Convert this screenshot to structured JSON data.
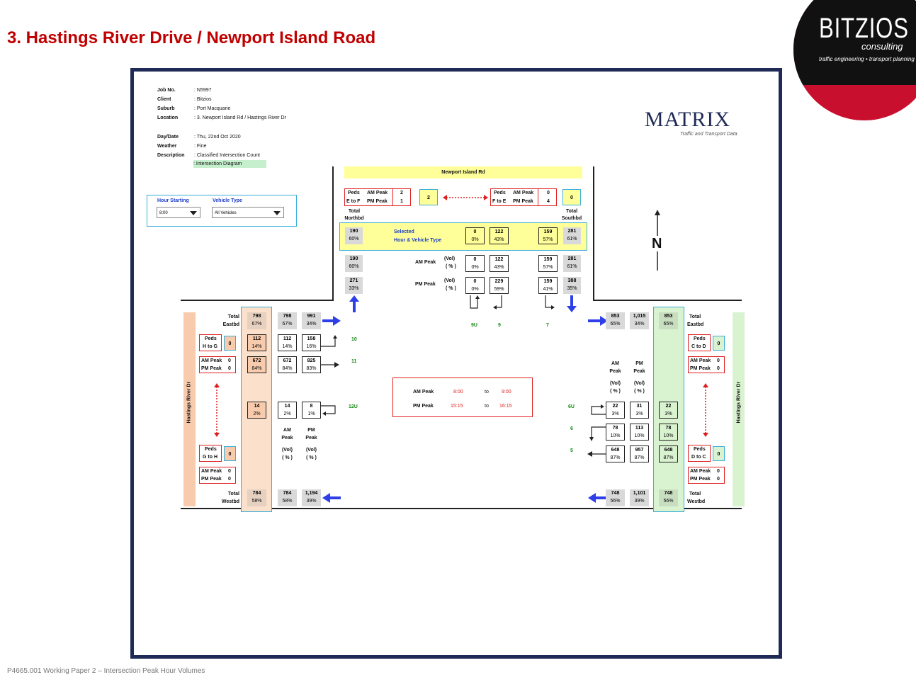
{
  "page": {
    "title": "3. Hastings River Drive / Newport Island Road",
    "footer": "P4665.001 Working Paper 2 – Intersection Peak Hour Volumes"
  },
  "logo": {
    "name": "BITZIOS",
    "sub": "consulting",
    "tagline": "traffic engineering • transport planning"
  },
  "matrix": {
    "name": "MATRIX",
    "tagline": "Traffic and Transport Data"
  },
  "info": {
    "job_label": "Job No.",
    "job": ": N5997",
    "client_label": "Client",
    "client": ": Bitzios",
    "suburb_label": "Suburb",
    "suburb": ": Port Macquarie",
    "location_label": "Location",
    "location": ": 3. Newport Island Rd / Hastings River Dr",
    "date_label": "Day/Date",
    "date": ": Thu, 22nd Oct 2020",
    "weather_label": "Weather",
    "weather": ": Fine",
    "desc_label": "Description",
    "desc": ": Classified Intersection Count",
    "diagram": ": Intersection Diagram"
  },
  "selector": {
    "hour_label": "Hour Starting",
    "vehicle_label": "Vehicle Type",
    "hour_value": "8:00",
    "vehicle_value": "All Vehicles"
  },
  "roads": {
    "north": "Newport Island Rd",
    "west": "Hastings River Dr",
    "east": "Hastings River Dr"
  },
  "compass": "N",
  "peds": {
    "label": "Peds",
    "am": "AM Peak",
    "pm": "PM Peak",
    "e_to_f": {
      "dir": "E to F",
      "am": "2",
      "pm": "1",
      "sel": "2"
    },
    "f_to_e": {
      "dir": "F to E",
      "am": "0",
      "pm": "4",
      "sel": "0"
    },
    "h_to_g": {
      "dir": "H to G",
      "sel": "0",
      "am": "0",
      "pm": "0"
    },
    "g_to_h": {
      "dir": "G to H",
      "sel": "0",
      "am": "0",
      "pm": "0"
    },
    "c_to_d": {
      "dir": "C to D",
      "sel": "0",
      "am": "0",
      "pm": "0"
    },
    "d_to_c": {
      "dir": "D to C",
      "sel": "0",
      "am": "0",
      "pm": "0"
    }
  },
  "north": {
    "total_nb": "Total",
    "total_nb2": "Northbd",
    "total_sb": "Total",
    "total_sb2": "Southbd",
    "selected_label": "Selected",
    "selected_label2": "Hour & Vehicle Type",
    "nb_sel": {
      "v": "190",
      "p": "60%"
    },
    "sb_sel": {
      "v": "281",
      "p": "61%"
    },
    "m9u_sel": {
      "v": "0",
      "p": "0%"
    },
    "m9_sel": {
      "v": "122",
      "p": "43%"
    },
    "m7_sel": {
      "v": "159",
      "p": "57%"
    },
    "am_label": "AM Peak",
    "pm_label": "PM Peak",
    "vol": "(Vol)",
    "pct": "( % )",
    "nb_am": {
      "v": "190",
      "p": "60%"
    },
    "sb_am": {
      "v": "281",
      "p": "61%"
    },
    "m9u_am": {
      "v": "0",
      "p": "0%"
    },
    "m9_am": {
      "v": "122",
      "p": "43%"
    },
    "m7_am": {
      "v": "159",
      "p": "57%"
    },
    "nb_pm": {
      "v": "271",
      "p": "33%"
    },
    "sb_pm": {
      "v": "388",
      "p": "35%"
    },
    "m9u_pm": {
      "v": "0",
      "p": "0%"
    },
    "m9_pm": {
      "v": "229",
      "p": "59%"
    },
    "m7_pm": {
      "v": "159",
      "p": "41%"
    },
    "lbl_9u": "9U",
    "lbl_9": "9",
    "lbl_7": "7"
  },
  "west": {
    "total": "Total",
    "eastbd": "Eastbd",
    "westbd": "Westbd",
    "eb_sel": {
      "v": "798",
      "p": "67%"
    },
    "eb_am": {
      "v": "798",
      "p": "67%"
    },
    "eb_pm": {
      "v": "991",
      "p": "34%"
    },
    "m10": {
      "sel": {
        "v": "112",
        "p": "14%"
      },
      "am": {
        "v": "112",
        "p": "14%"
      },
      "pm": {
        "v": "158",
        "p": "16%"
      },
      "lbl": "10"
    },
    "m11": {
      "sel": {
        "v": "672",
        "p": "84%"
      },
      "am": {
        "v": "672",
        "p": "84%"
      },
      "pm": {
        "v": "825",
        "p": "83%"
      },
      "lbl": "11"
    },
    "m12u": {
      "sel": {
        "v": "14",
        "p": "2%"
      },
      "am": {
        "v": "14",
        "p": "2%"
      },
      "pm": {
        "v": "8",
        "p": "1%"
      },
      "lbl": "12U"
    },
    "am_label": "AM",
    "pm_label": "PM",
    "peak": "Peak",
    "vol": "(Vol)",
    "pct": "( % )",
    "wb_sel": {
      "v": "784",
      "p": "58%"
    },
    "wb_am": {
      "v": "784",
      "p": "58%"
    },
    "wb_pm": {
      "v": "1,194",
      "p": "39%"
    }
  },
  "east": {
    "total": "Total",
    "eastbd": "Eastbd",
    "westbd": "Westbd",
    "eb_am": {
      "v": "853",
      "p": "65%"
    },
    "eb_pm": {
      "v": "1,015",
      "p": "34%"
    },
    "eb_sel": {
      "v": "853",
      "p": "65%"
    },
    "am_label": "AM",
    "pm_label": "PM",
    "peak": "Peak",
    "vol": "(Vol)",
    "pct": "( % )",
    "m6u": {
      "am": {
        "v": "22",
        "p": "3%"
      },
      "pm": {
        "v": "31",
        "p": "3%"
      },
      "sel": {
        "v": "22",
        "p": "3%"
      },
      "lbl": "6U"
    },
    "m6": {
      "am": {
        "v": "78",
        "p": "10%"
      },
      "pm": {
        "v": "113",
        "p": "10%"
      },
      "sel": {
        "v": "78",
        "p": "10%"
      },
      "lbl": "6"
    },
    "m5": {
      "am": {
        "v": "648",
        "p": "87%"
      },
      "pm": {
        "v": "957",
        "p": "87%"
      },
      "sel": {
        "v": "648",
        "p": "87%"
      },
      "lbl": "5"
    },
    "wb_am": {
      "v": "748",
      "p": "56%"
    },
    "wb_pm": {
      "v": "1,101",
      "p": "39%"
    },
    "wb_sel": {
      "v": "748",
      "p": "56%"
    }
  },
  "peaks": {
    "am_label": "AM Peak",
    "am_from": "8:00",
    "to": "to",
    "am_to": "9:00",
    "pm_label": "PM Peak",
    "pm_from": "15:15",
    "pm_to": "16:15"
  },
  "colors": {
    "title": "#c00000",
    "frame": "#1f2a56",
    "arrow": "#2f3fe8",
    "peds_box": "#e02020",
    "selected_box": "#3aaeda"
  }
}
